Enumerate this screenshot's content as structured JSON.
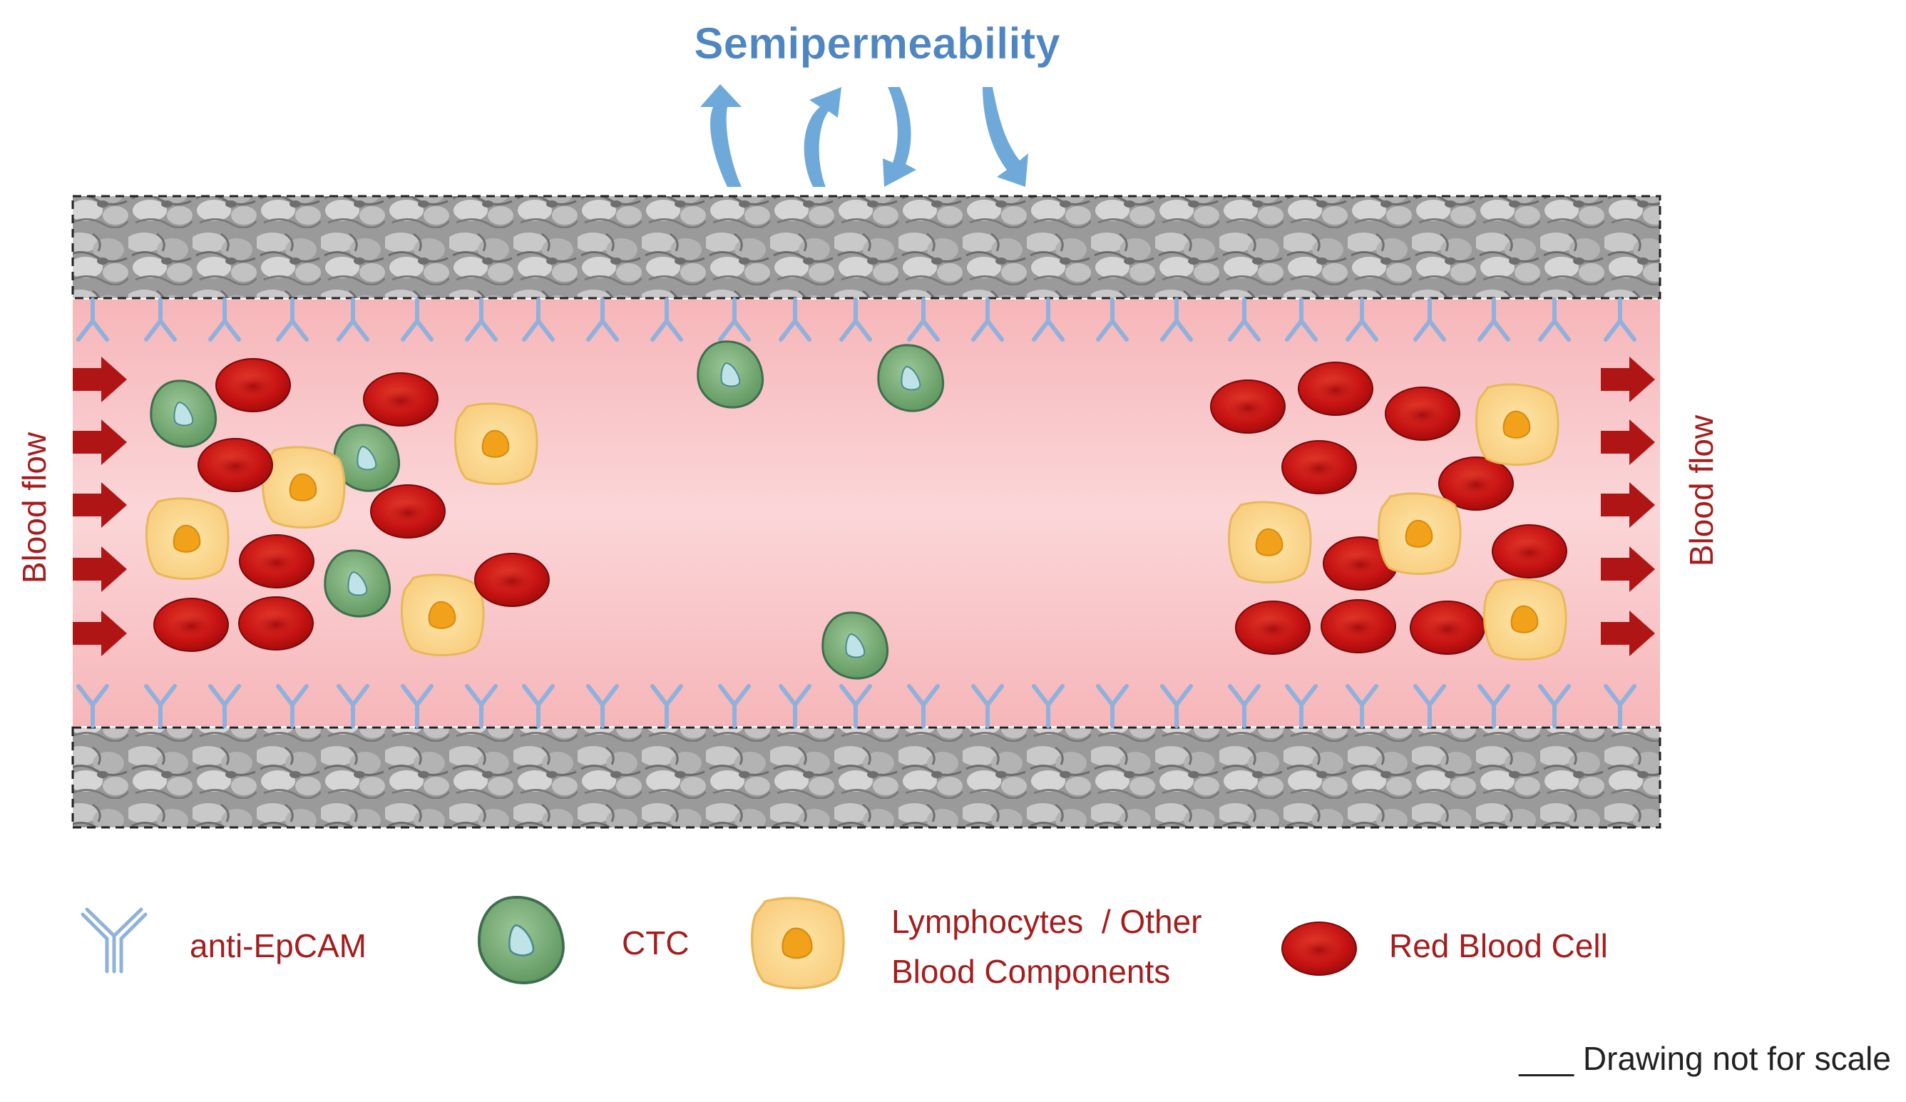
{
  "title": "Semipermeability",
  "flow_label_left": "Blood flow",
  "flow_label_right": "Blood flow",
  "legend": {
    "antibody": "anti-EpCAM",
    "ctc": "CTC",
    "lymph_line1": "Lymphocytes  / Other",
    "lymph_line2": "Blood Components",
    "rbc": "Red Blood Cell"
  },
  "scale_note": "___ Drawing not for scale",
  "colors": {
    "title": "#4f86c2",
    "arrows_semipermeability": "#6ea9d9",
    "label_text": "#a51d1d",
    "flow_arrow": "#b01515",
    "lumen": "#f7c2c4",
    "antibody": "#8fb1dc",
    "ctc_fill": "#6aa06a",
    "ctc_nucleus": "#b9dfe2",
    "lymph_fill": "#fbd98c",
    "lymph_nucleus": "#f3a31c",
    "rbc_fill": "#c91515",
    "wall": "#8e8e8e"
  },
  "icons": [
    "antibody-icon",
    "ctc-cell-icon",
    "lymphocyte-icon",
    "red-blood-cell-icon",
    "flow-arrow-icon",
    "curved-arrow-icon"
  ]
}
